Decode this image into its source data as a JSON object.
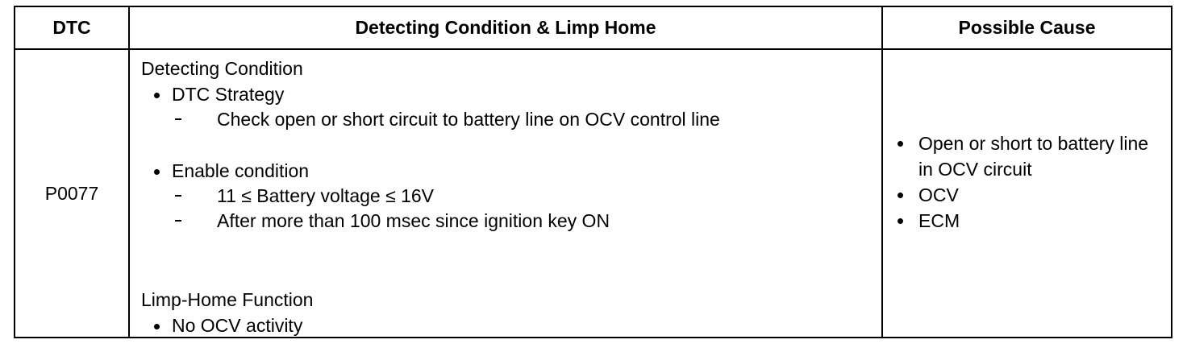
{
  "table": {
    "headers": {
      "dtc": "DTC",
      "detecting": "Detecting Condition & Limp Home",
      "cause": "Possible Cause"
    },
    "row": {
      "dtc_code": "P0077",
      "detecting_title": "Detecting Condition",
      "strategy_label": "DTC Strategy",
      "strategy_items": [
        "Check open or short circuit to battery line on OCV control line"
      ],
      "enable_label": "Enable condition",
      "enable_items": [
        "11 ≤ Battery voltage ≤ 16V",
        "After more than 100 msec since ignition key ON"
      ],
      "limp_title": "Limp-Home Function",
      "limp_items": [
        "No OCV activity"
      ],
      "causes": [
        "Open or short to battery line in OCV circuit",
        "OCV",
        "ECM"
      ]
    }
  }
}
